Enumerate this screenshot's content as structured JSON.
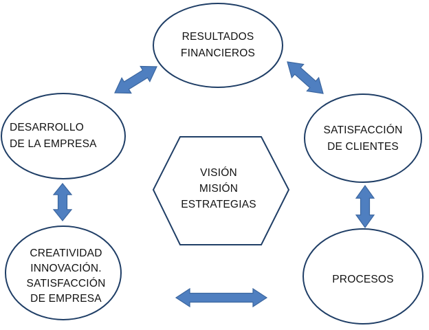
{
  "colors": {
    "node_fill": "#ffffff",
    "node_stroke": "#1f3e66",
    "arrow_fill": "#4f7fc0",
    "arrow_stroke": "#3b669f",
    "text": "#111111"
  },
  "nodes": {
    "resultados": {
      "lines": [
        "RESULTADOS",
        "FINANCIEROS"
      ]
    },
    "satisfaccion_clientes": {
      "lines": [
        "SATISFACCIÓN",
        "DE CLIENTES"
      ]
    },
    "procesos": {
      "lines": [
        "PROCESOS"
      ]
    },
    "creatividad": {
      "lines": [
        "CREATIVIDAD",
        "INNOVACIÓN.",
        "SATISFACCIÓN",
        "DE EMPRESA"
      ]
    },
    "desarrollo": {
      "lines": [
        "DESARROLLO",
        "DE LA EMPRESA"
      ]
    },
    "center": {
      "lines": [
        "VISIÓN",
        "MISIÓN",
        "ESTRATEGIAS"
      ]
    }
  },
  "arrows": [
    {
      "from": "desarrollo",
      "to": "resultados",
      "style": "double-headed"
    },
    {
      "from": "resultados",
      "to": "satisfaccion_clientes",
      "style": "double-headed"
    },
    {
      "from": "satisfaccion_clientes",
      "to": "procesos",
      "style": "double-headed"
    },
    {
      "from": "procesos",
      "to": "creatividad",
      "style": "double-headed"
    },
    {
      "from": "creatividad",
      "to": "desarrollo",
      "style": "double-headed"
    }
  ]
}
